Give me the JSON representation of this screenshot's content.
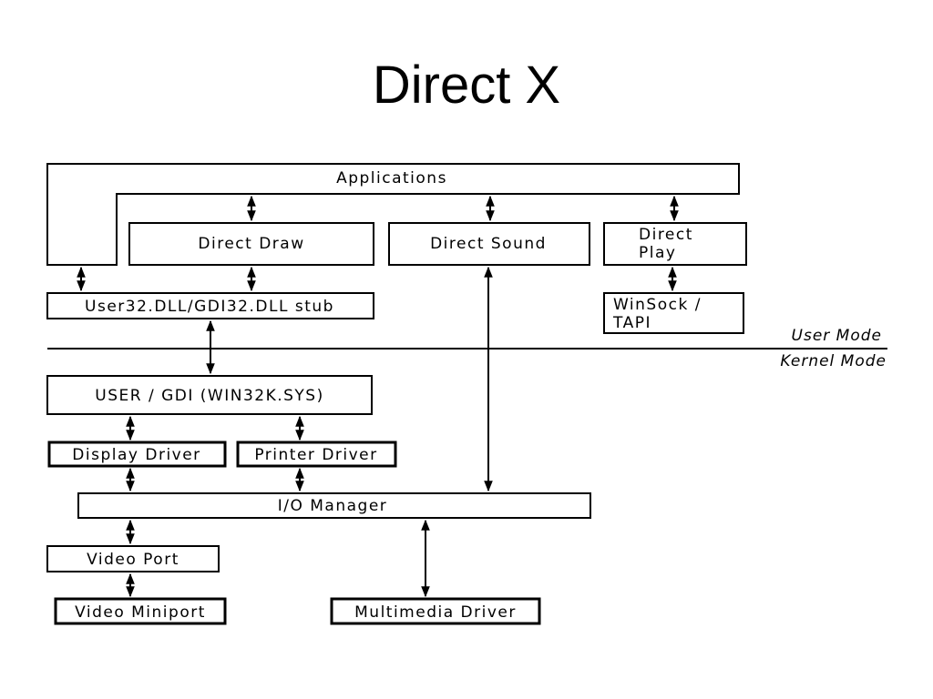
{
  "title": "Direct X",
  "labels": {
    "applications": "Applications",
    "direct_draw": "Direct Draw",
    "direct_sound": "Direct Sound",
    "direct_play_line1": "Direct",
    "direct_play_line2": "Play",
    "winsock_line1": "WinSock /",
    "winsock_line2": "TAPI",
    "user32_stub": "User32.DLL/GDI32.DLL stub",
    "user_mode": "User Mode",
    "kernel_mode": "Kernel Mode",
    "win32k": "USER / GDI (WIN32K.SYS)",
    "display_driver": "Display Driver",
    "printer_driver": "Printer Driver",
    "io_manager": "I/O Manager",
    "video_port": "Video Port",
    "video_miniport": "Video Miniport",
    "multimedia_driver": "Multimedia Driver"
  }
}
